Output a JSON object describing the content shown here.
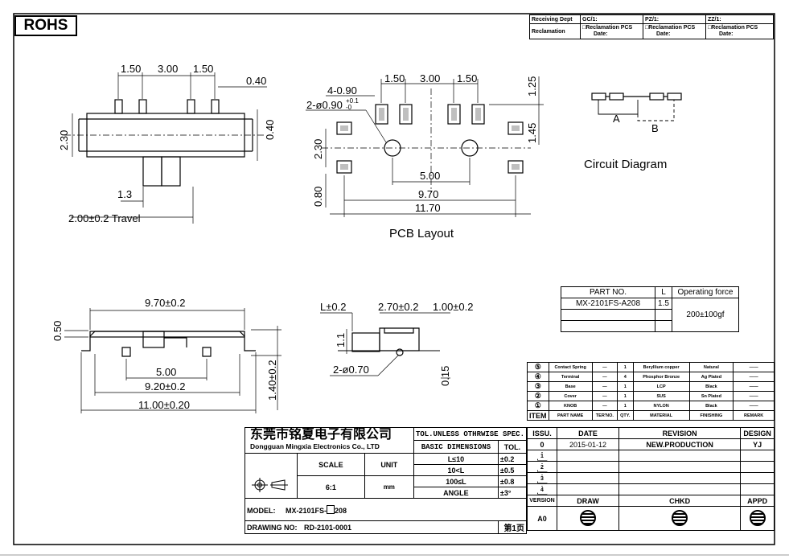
{
  "rohs": "ROHS",
  "receiving": {
    "dept_label": "Receiving Dept",
    "gc": "GC/1:",
    "pz": "PZ/1:",
    "zz": "ZZ/1:",
    "reclamation_label": "Reclamation",
    "cell_line1": "□Reclamation PCS",
    "cell_line2": "Date:"
  },
  "dims_side": {
    "top_150a": "1.50",
    "top_300": "3.00",
    "top_150b": "1.50",
    "top_040": "0.40",
    "left_230": "2.30",
    "right_040": "0.40",
    "d_13": "1.3",
    "travel": "2.00±0.2 Travel"
  },
  "pcb": {
    "d_150a": "1.50",
    "d_300": "3.00",
    "d_150b": "1.50",
    "d_125": "1.25",
    "d_4090": "4-0.90",
    "d_hole": "2-ø0.90",
    "d_tol_plus": "+0.1",
    "d_tol_minus": "-0",
    "d_145": "1.45",
    "d_230": "2.30",
    "d_500": "5.00",
    "d_080": "0.80",
    "d_970": "9.70",
    "d_1170": "11.70",
    "label": "PCB Layout"
  },
  "circuit": {
    "a": "A",
    "b": "B",
    "label": "Circuit Diagram"
  },
  "dims_bottom": {
    "w970": "9.70±0.2",
    "h050": "0.50",
    "w500": "5.00",
    "w920": "9.20±0.2",
    "w1100": "11.00±0.20",
    "h140": "1.40±0.2",
    "l02": "L±0.2",
    "w270": "2.70±0.2",
    "w100": "1.00±0.2",
    "h11": "1.1",
    "hole": "2-ø0.70",
    "h015": "0.15"
  },
  "part_table": {
    "h_part": "PART NO.",
    "h_l": "L",
    "h_force": "Operating force",
    "part": "MX-2101FS-A208",
    "l": "1.5",
    "force": "200±100gf"
  },
  "bom": {
    "rows": [
      {
        "item": "⑤",
        "name": "Contact Spring",
        "ter": "—",
        "qty": "1",
        "material": "Beryllium copper",
        "finish": "Natural",
        "remark": "——"
      },
      {
        "item": "④",
        "name": "Terminal",
        "ter": "—",
        "qty": "4",
        "material": "Phosphor Bronze",
        "finish": "Ag Plated",
        "remark": "——"
      },
      {
        "item": "③",
        "name": "Base",
        "ter": "—",
        "qty": "1",
        "material": "LCP",
        "finish": "Black",
        "remark": "——"
      },
      {
        "item": "②",
        "name": "Cover",
        "ter": "—",
        "qty": "1",
        "material": "SUS",
        "finish": "Sn Plated",
        "remark": "——"
      },
      {
        "item": "①",
        "name": "KNOB",
        "ter": "—",
        "qty": "1",
        "material": "NYLON",
        "finish": "Black",
        "remark": "——"
      }
    ],
    "header": {
      "item": "ITEM",
      "name": "PART NAME",
      "ter": "TER'NO.",
      "qty": "QTY.",
      "material": "MATERIAL",
      "finish": "FINISHING",
      "remark": "REMARK"
    }
  },
  "title_block": {
    "company_cn": "东莞市铭夏电子有限公司",
    "company_en": "Dongguan Mingxia Electronics Co., LTD",
    "tol_title": "TOL.UNLESS OTHRWISE SPEC.",
    "basic_dim": "BASIC DIMENSIONS",
    "tol": "TOL.",
    "r1": "L≤10",
    "r1v": "±0.2",
    "r2": "10<L",
    "r2v": "±0.5",
    "r3": "100≤L",
    "r3v": "±0.8",
    "r4": "ANGLE",
    "r4v": "±3°",
    "scale_label": "SCALE",
    "unit_label": "UNIT",
    "scale": "6:1",
    "unit": "mm",
    "model_label": "MODEL:",
    "model_a": "MX-2101FS-",
    "model_b": "208",
    "drawing_label": "DRAWING NO:",
    "drawing": "RD-2101-0001",
    "page": "第1页",
    "issu": "ISSU.",
    "date_h": "DATE",
    "rev_h": "REVISION",
    "design_h": "DESIGN",
    "issue_no": "0",
    "date": "2015-01-12",
    "revision": "NEW.PRODUCTION",
    "designer": "YJ",
    "tri": [
      "1",
      "2",
      "3",
      "4"
    ],
    "version_label": "VERSION",
    "version": "A0",
    "draw": "DRAW",
    "chkd": "CHKD",
    "appd": "APPD"
  }
}
